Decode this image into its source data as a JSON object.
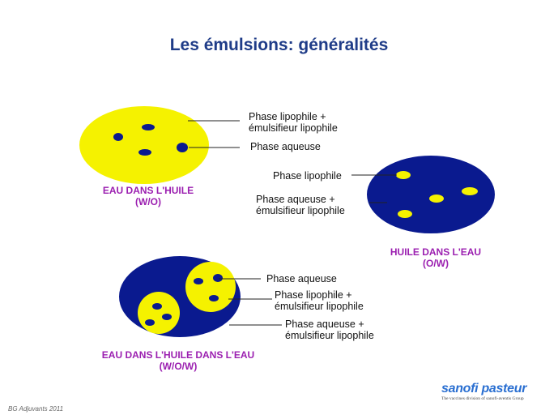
{
  "title": "Les émulsions: généralités",
  "colors": {
    "blue": "#0a1a8f",
    "yellow": "#f5f200",
    "caption": "#9b1fb0",
    "title": "#1f3c88"
  },
  "wo": {
    "labels": [
      "Phase lipophile +",
      "émulsifieur lipophile",
      "Phase aqueuse"
    ],
    "caption": [
      "EAU DANS L'HUILE",
      "(W/O)"
    ]
  },
  "ow": {
    "labels": [
      "Phase lipophile",
      "Phase aqueuse +",
      "émulsifieur lipophile"
    ],
    "caption": [
      "HUILE DANS L'EAU",
      "(O/W)"
    ]
  },
  "wow": {
    "labels": [
      "Phase aqueuse",
      "Phase lipophile +",
      "émulsifieur lipophile",
      "Phase aqueuse +",
      "émulsifieur lipophile"
    ],
    "caption": [
      "EAU DANS L'HUILE DANS L'EAU",
      "(W/O/W)"
    ]
  },
  "footer": "BG Adjuvants 2011",
  "logo": {
    "name": "sanofi pasteur",
    "tagline": "The vaccines division of sanofi-aventis Group"
  }
}
